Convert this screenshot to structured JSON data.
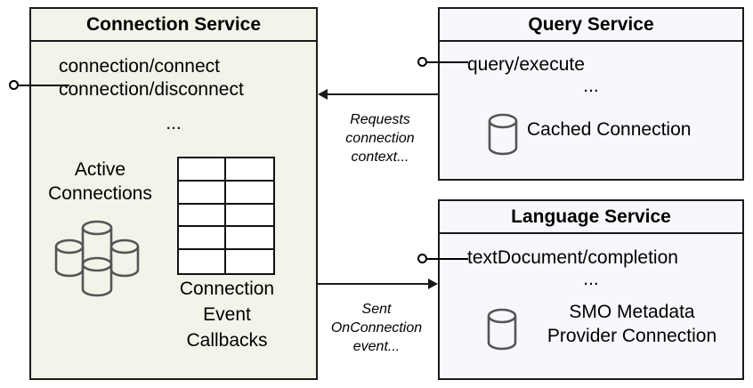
{
  "diagram": {
    "type": "uml-component-diagram",
    "colors": {
      "connection_service_fill": "#F2F4E9",
      "service_fill": "#F7F8FC",
      "stroke": "#1A1A1A",
      "cylinder_stroke": "#555555",
      "background": "#FFFFFF"
    }
  },
  "connection_service": {
    "title": "Connection Service",
    "operations": [
      "connection/connect",
      "connection/disconnect"
    ],
    "ellipsis": "...",
    "active_connections_label": [
      "Active",
      "Connections"
    ],
    "callbacks_label": [
      "Connection",
      "Event",
      "Callbacks"
    ],
    "table": {
      "rows": 5,
      "cols": 2
    },
    "cylinder_count": 4,
    "interface_icon": "lollipop-interface-icon"
  },
  "query_service": {
    "title": "Query Service",
    "operations": [
      "query/execute"
    ],
    "ellipsis": "...",
    "resource_label": [
      "Cached Connection"
    ],
    "cylinder_count": 1,
    "interface_icon": "lollipop-interface-icon"
  },
  "language_service": {
    "title": "Language Service",
    "operations": [
      "textDocument/completion"
    ],
    "ellipsis": "...",
    "resource_label": [
      "SMO Metadata",
      "Provider Connection"
    ],
    "cylinder_count": 1,
    "interface_icon": "lollipop-interface-icon"
  },
  "edges": [
    {
      "id": "query-to-connection",
      "from": "query_service",
      "to": "connection_service",
      "direction": "left",
      "label_lines": [
        "Requests",
        "connection",
        "context..."
      ]
    },
    {
      "id": "connection-to-language",
      "from": "connection_service",
      "to": "language_service",
      "direction": "right",
      "label_lines": [
        "Sent",
        "OnConnection",
        "event..."
      ]
    }
  ]
}
